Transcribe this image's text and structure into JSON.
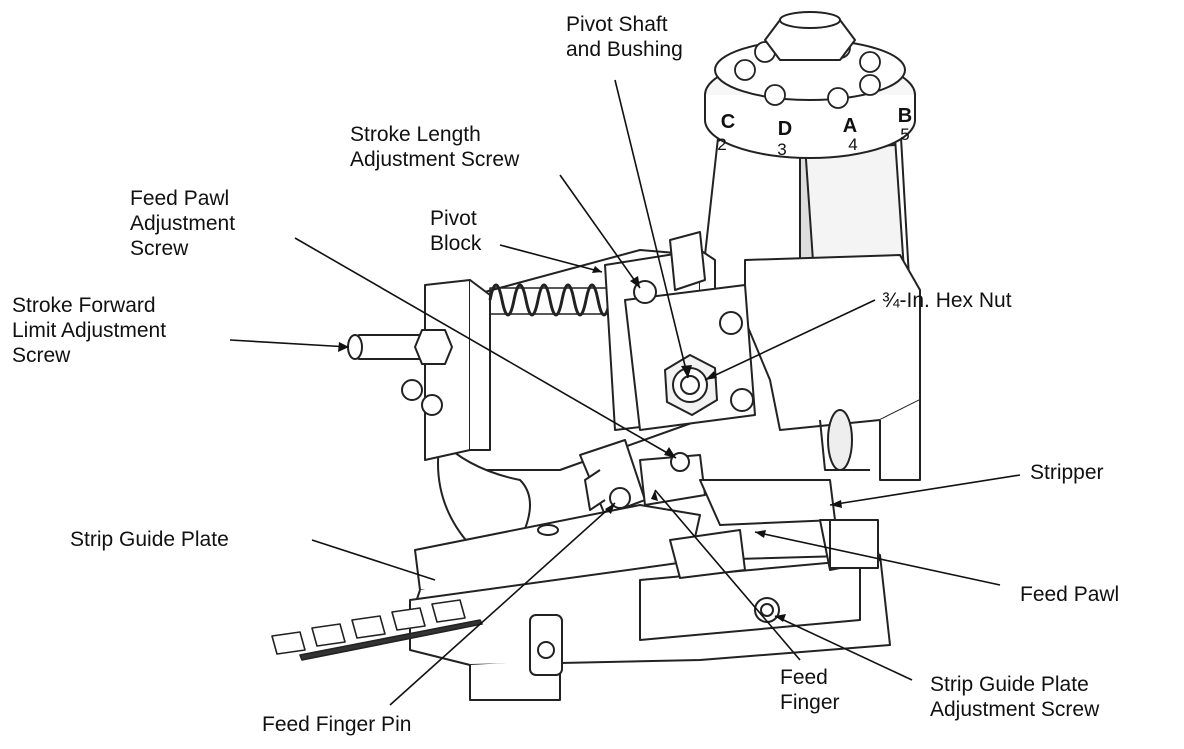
{
  "labels": {
    "pivot_shaft": "Pivot Shaft\nand Bushing",
    "stroke_length": "Stroke Length\nAdjustment Screw",
    "feed_pawl_adj": "Feed Pawl\nAdjustment\nScrew",
    "pivot_block": "Pivot\nBlock",
    "stroke_forward": "Stroke Forward\nLimit Adjustment\nScrew",
    "hex_nut": "¾-In. Hex Nut",
    "stripper": "Stripper",
    "strip_guide_plate": "Strip Guide Plate",
    "feed_pawl": "Feed Pawl",
    "feed_finger_pin": "Feed Finger Pin",
    "feed_finger": "Feed\nFinger",
    "strip_guide_adj": "Strip Guide Plate\nAdjustment Screw"
  },
  "dial": {
    "letters": [
      "C",
      "D",
      "A",
      "B"
    ],
    "numbers": [
      "2",
      "3",
      "4",
      "5"
    ]
  }
}
